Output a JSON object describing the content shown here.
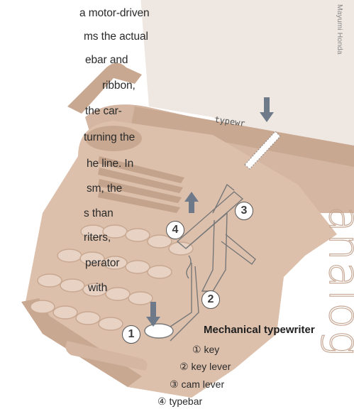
{
  "body_text": {
    "lines": [
      "a motor-driven",
      "ms the actual",
      "ebar and",
      "ribbon,",
      "the car-",
      "turning the",
      "he line. In",
      "sm, the",
      "s than",
      "riters,",
      "perator",
      "with"
    ]
  },
  "credit": "Mayumi Honda",
  "paper_text": "typewr",
  "section_word": "analog",
  "diagram": {
    "title": "Mechanical typewriter",
    "callouts": [
      "1",
      "2",
      "3",
      "4"
    ],
    "legend": [
      "① key",
      "② key lever",
      "③ cam lever",
      "④ typebar"
    ]
  },
  "colors": {
    "typewriter_tan": "#dcc0ac",
    "typewriter_dark": "#c9a891",
    "paper": "#efe7e1",
    "arrow": "#6e7a8a",
    "section_word_outline": "#c7a895"
  }
}
